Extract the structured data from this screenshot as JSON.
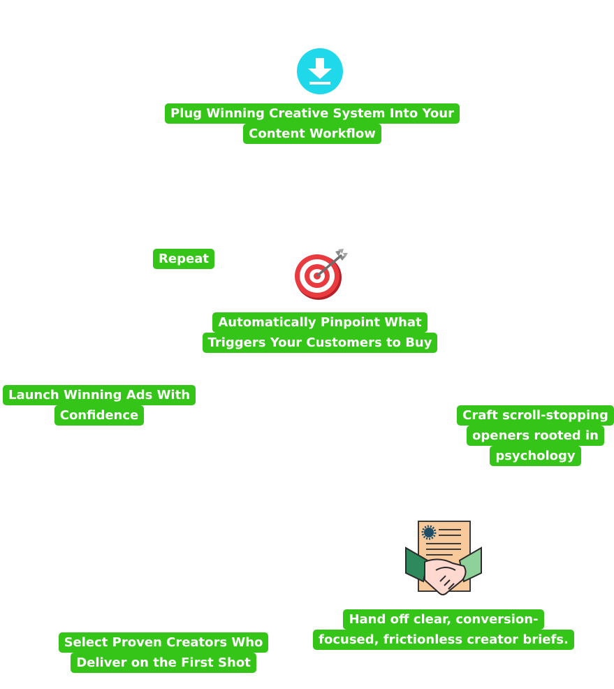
{
  "steps": [
    {
      "name": "step-plug-system",
      "icon": "download-icon",
      "lines": [
        "Plug Winning Creative System Into Your",
        "Content Workflow"
      ]
    },
    {
      "name": "step-repeat",
      "icon": "",
      "lines": [
        "Repeat"
      ]
    },
    {
      "name": "step-pinpoint",
      "icon": "target-arrow-icon",
      "lines": [
        "Automatically Pinpoint What",
        "Triggers Your Customers to Buy"
      ]
    },
    {
      "name": "step-launch",
      "icon": "",
      "lines": [
        "Launch Winning Ads With",
        "Confidence"
      ]
    },
    {
      "name": "step-craft",
      "icon": "",
      "lines": [
        "Craft scroll-stopping",
        "openers rooted in",
        "psychology"
      ]
    },
    {
      "name": "step-handoff",
      "icon": "handshake-contract-icon",
      "lines": [
        "Hand off clear, conversion-",
        "focused, frictionless creator briefs."
      ]
    },
    {
      "name": "step-select",
      "icon": "",
      "lines": [
        "Select Proven Creators Who",
        "Deliver on the First Shot"
      ]
    }
  ],
  "colors": {
    "label_bg": "#35c418",
    "label_text": "#ffffff",
    "download_icon": "#1fd8ea"
  }
}
